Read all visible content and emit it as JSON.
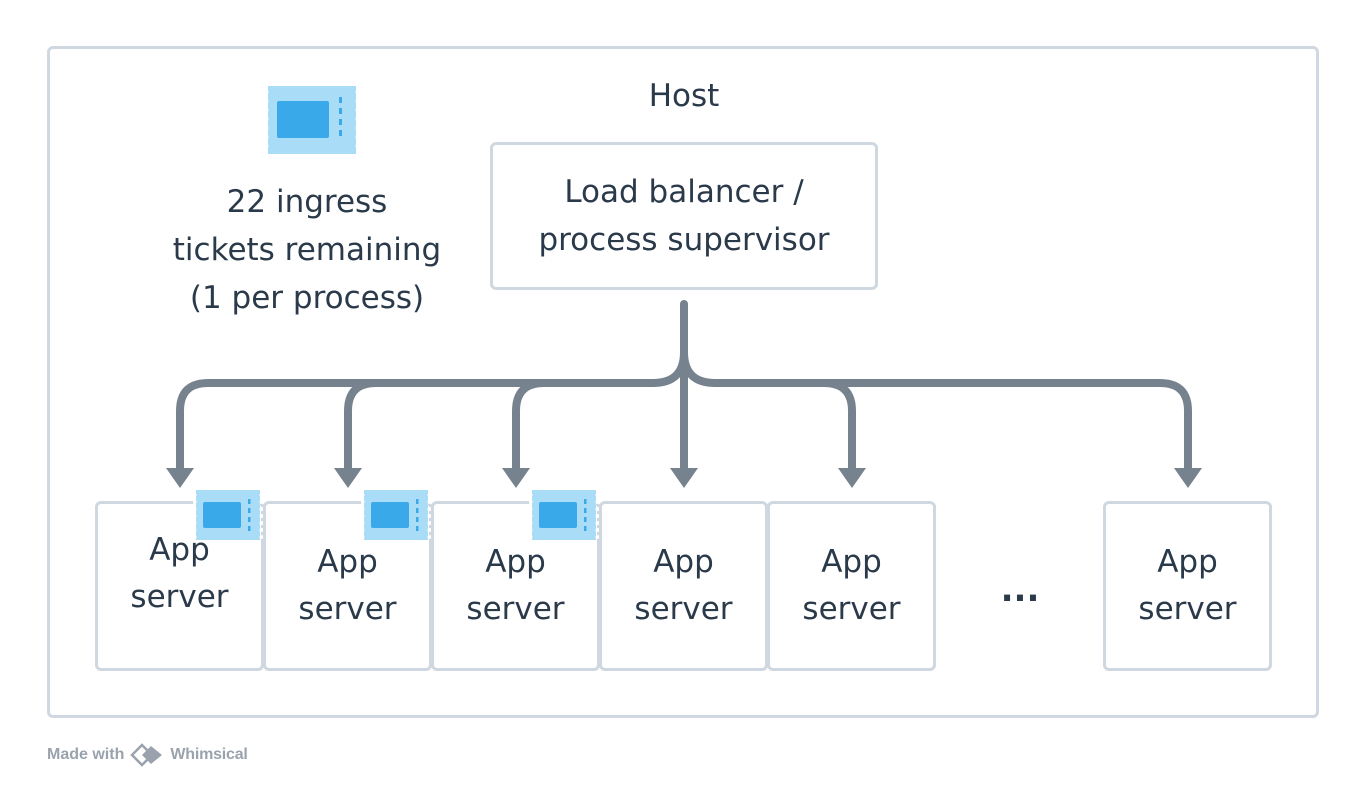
{
  "diagram": {
    "host_label": "Host",
    "load_balancer_label": "Load balancer /\nprocess supervisor",
    "tickets_note": "22 ingress\ntickets remaining\n(1 per process)",
    "server_label": "App\nserver",
    "servers": [
      {
        "label": "App\nserver",
        "has_ticket": true
      },
      {
        "label": "App\nserver",
        "has_ticket": true
      },
      {
        "label": "App\nserver",
        "has_ticket": true
      },
      {
        "label": "App\nserver",
        "has_ticket": false
      },
      {
        "label": "App\nserver",
        "has_ticket": false
      },
      {
        "label": "App\nserver",
        "has_ticket": false
      }
    ],
    "ellipsis": "...",
    "icons": [
      "ticket-icon",
      "whimsical-logo-icon"
    ]
  },
  "footer": {
    "made_with": "Made with",
    "brand": "Whimsical"
  },
  "colors": {
    "border": "#cfd8e0",
    "arrow": "#77828f",
    "text": "#2b3a4a",
    "ticket_light": "#a9dcf6",
    "ticket_dark": "#3aa9ea",
    "footer_text": "#9aa3ad"
  }
}
